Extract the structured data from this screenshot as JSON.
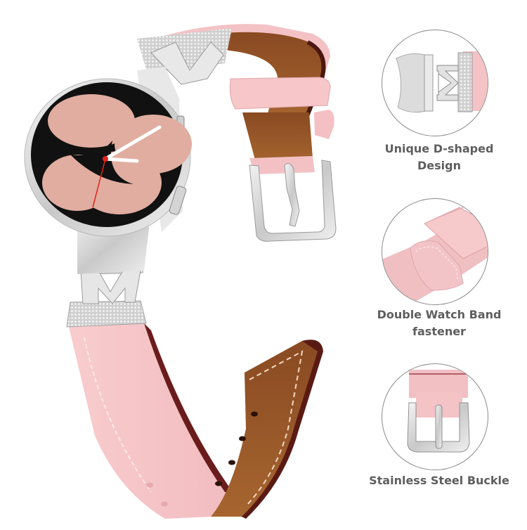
{
  "product": {
    "name": "Pink leather watch band with rhinestone M/V connectors and stainless steel buckle",
    "colors": {
      "band_pink": "#f6c4c6",
      "band_inner_brown": "#9b5a2c",
      "band_edge_dark": "#5a1a14",
      "watch_face": "#e0ada0",
      "bezel": "#111111",
      "metal": "#d8d8d8",
      "caption_text": "#5e5e5e",
      "second_hand": "#e2231a"
    }
  },
  "features": [
    {
      "label": "Unique D-shaped\nDesign",
      "line1": "Unique D-shaped",
      "line2": "Design",
      "icon": "d-shaped-connector-icon"
    },
    {
      "label": "Double Watch Band\nfastener",
      "line1": "Double Watch Band",
      "line2": "fastener",
      "icon": "band-loop-icon"
    },
    {
      "label": "Stainless Steel Buckle",
      "line1": "Stainless Steel Buckle",
      "line2": "",
      "icon": "buckle-icon"
    }
  ]
}
